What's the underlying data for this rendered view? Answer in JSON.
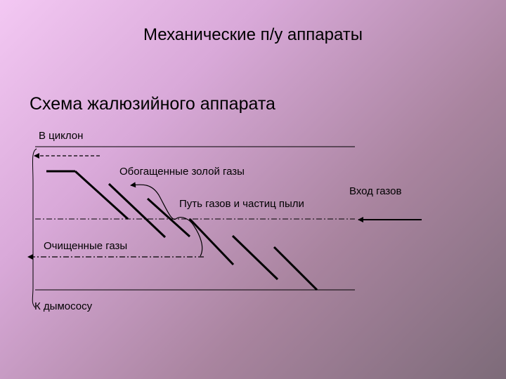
{
  "slide": {
    "title": "Механические п/у аппараты",
    "subtitle": "Схема жалюзийного аппарата"
  },
  "labels": {
    "to_cyclone": "В циклон",
    "enriched_gases": "Обогащенные золой газы",
    "gas_inlet": "Вход газов",
    "gas_particle_path": "Путь газов и частиц пыли",
    "cleaned_gases": "Очищенные газы",
    "to_smoke_exhauster": "К дымососу"
  }
}
